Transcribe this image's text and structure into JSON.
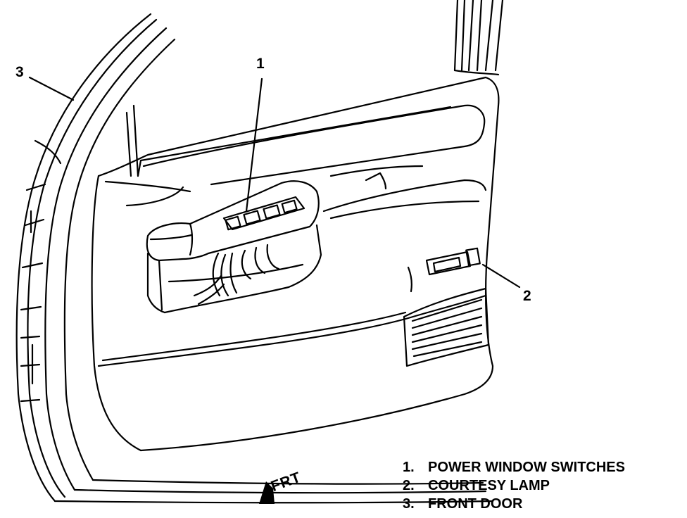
{
  "callouts": {
    "c1": "1",
    "c2": "2",
    "c3": "3"
  },
  "legend": [
    {
      "number": "1.",
      "text": "POWER WINDOW SWITCHES"
    },
    {
      "number": "2.",
      "text": "COURTESY LAMP"
    },
    {
      "number": "3.",
      "text": "FRONT DOOR"
    }
  ],
  "direction": {
    "label": "FRT",
    "icon": "arrow-icon"
  },
  "colors": {
    "ink": "#000000",
    "paper": "#ffffff"
  }
}
